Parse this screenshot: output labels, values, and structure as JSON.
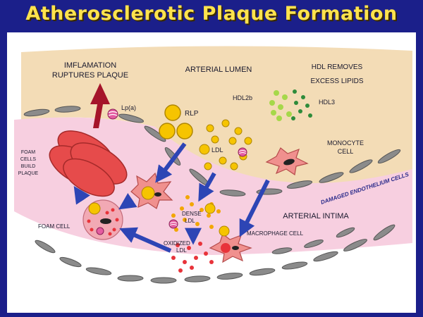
{
  "title": "Atherosclerotic Plaque Formation",
  "labels": {
    "inflammation_line1": "IMFLAMATION",
    "inflammation_line2": "RUPTURES   PLAQUE",
    "arterial_lumen": "ARTERIAL LUMEN",
    "hdl_removes_line1": "HDL REMOVES",
    "hdl_removes_line2": "EXCESS LIPIDS",
    "lpa": "Lp(a)",
    "rlp": "RLP",
    "hdl2b": "HDL2b",
    "hdl3": "HDL3",
    "ldl": "LDL",
    "monocyte_line1": "MONOCYTE",
    "monocyte_line2": "CELL",
    "foam_build_1": "FOAM",
    "foam_build_2": "CELLS",
    "foam_build_3": "BUILD",
    "foam_build_4": "PLAQUE",
    "damaged_endothelium": "DAMAGED ENDOTHELIUM CELLS",
    "arterial_intima": "ARTERIAL INTIMA",
    "foam_cell": "FOAM CELL",
    "dense_ldl_1": "DENSE",
    "dense_ldl_2": "LDL",
    "macrophage": "MACROPHAGE CELL",
    "oxidized_1": "OXIDIZED",
    "oxidized_2": "LDL"
  },
  "colors": {
    "background": "#1b1f8a",
    "title": "#ffe34d",
    "lumen": "#f3dcb6",
    "intima": "#f7cfe0",
    "particle": "#f6c400",
    "plaque": "#e64b4b",
    "arrow": "#2d45b5",
    "red_arrow": "#a5142a",
    "hdl_light": "#a6d84a",
    "hdl_dark": "#2e8b3a"
  }
}
